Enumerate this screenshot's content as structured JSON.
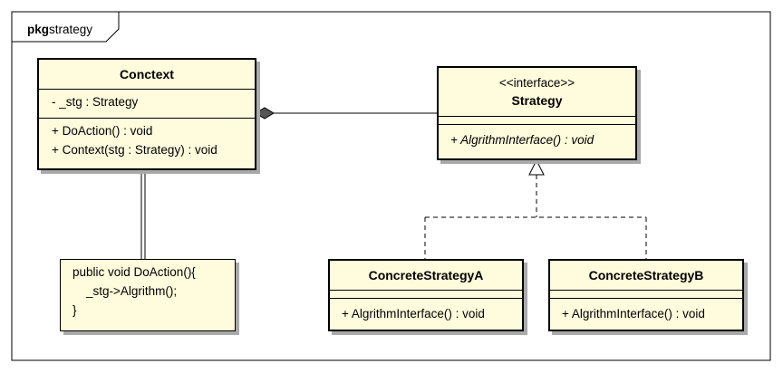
{
  "package": {
    "keyword": "pkg",
    "name": "strategy"
  },
  "classes": {
    "context": {
      "name": "Conctext",
      "attributes": [
        "- _stg : Strategy"
      ],
      "operations": [
        "+ DoAction() : void",
        "+ Context(stg : Strategy) : void"
      ]
    },
    "strategy": {
      "stereotype": "<<interface>>",
      "name": "Strategy",
      "operations": [
        "+ AlgrithmInterface() : void"
      ]
    },
    "concrete_a": {
      "name": "ConcreteStrategyA",
      "operations": [
        "+ AlgrithmInterface() : void"
      ]
    },
    "concrete_b": {
      "name": "ConcreteStrategyB",
      "operations": [
        "+ AlgrithmInterface() : void"
      ]
    }
  },
  "note": {
    "lines": [
      "public void DoAction(){",
      "    _stg->Algrithm();",
      "}"
    ]
  },
  "relations": [
    {
      "type": "aggregation",
      "from": "Conctext",
      "to": "Strategy"
    },
    {
      "type": "realization",
      "from": "ConcreteStrategyA",
      "to": "Strategy"
    },
    {
      "type": "realization",
      "from": "ConcreteStrategyB",
      "to": "Strategy"
    },
    {
      "type": "note-link",
      "from": "Conctext",
      "to": "note"
    }
  ]
}
